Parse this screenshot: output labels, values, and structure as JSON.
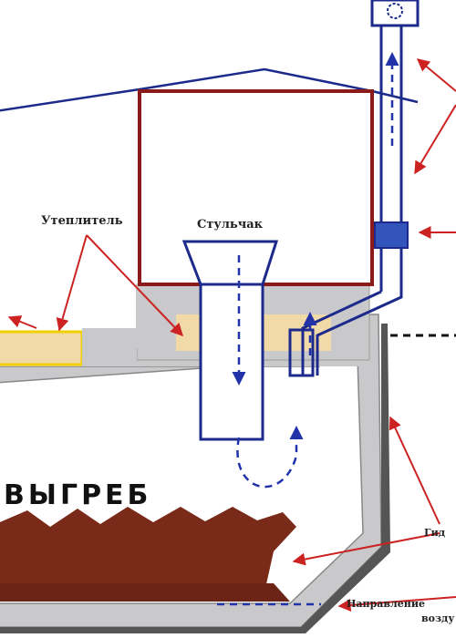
{
  "labels": {
    "insulation": "Утеплитель",
    "toilet_seat": "Стульчак",
    "cesspool": "ВЫГРЕБ",
    "waterproofing": "Гид",
    "air_direction_line1": "Направление",
    "air_direction_line2": "возду"
  },
  "colors": {
    "wall_red": "#8b1a1a",
    "pipe_blue": "#1c2a8c",
    "concrete_gray": "#c9c9cc",
    "insulation_tan": "#f2d9a8",
    "insulation_edge": "#f0d000",
    "sewage_brown": "#7a2a18",
    "arrow_red": "#cc2222",
    "air_blue": "#2233aa"
  }
}
